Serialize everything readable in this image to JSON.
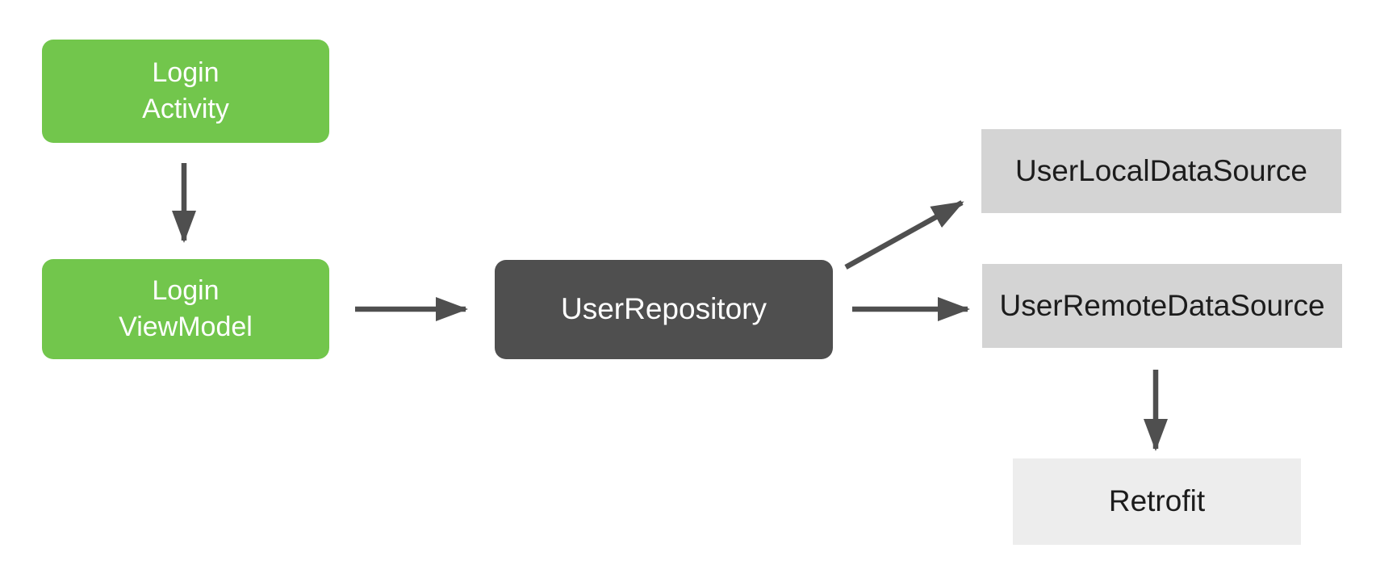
{
  "diagram": {
    "nodes": {
      "login_activity": {
        "line1": "Login",
        "line2": "Activity"
      },
      "login_viewmodel": {
        "line1": "Login",
        "line2": "ViewModel"
      },
      "user_repository": {
        "label": "UserRepository"
      },
      "user_local_data_source": {
        "label": "UserLocalDataSource"
      },
      "user_remote_data_source": {
        "label": "UserRemoteDataSource"
      },
      "retrofit": {
        "label": "Retrofit"
      }
    },
    "edges": [
      {
        "from": "login_activity",
        "to": "login_viewmodel"
      },
      {
        "from": "login_viewmodel",
        "to": "user_repository"
      },
      {
        "from": "user_repository",
        "to": "user_local_data_source"
      },
      {
        "from": "user_repository",
        "to": "user_remote_data_source"
      },
      {
        "from": "user_remote_data_source",
        "to": "retrofit"
      }
    ],
    "colors": {
      "background": "#FFFFFF",
      "green_node": "#72C64C",
      "dark_node": "#4F4F4F",
      "gray_node": "#D4D4D4",
      "light_gray_node": "#EDEDED",
      "arrow": "#4F4F4F",
      "text_on_green": "#FFFFFF",
      "text_on_dark": "#FFFFFF",
      "text_on_gray": "#1C1C1C"
    }
  }
}
